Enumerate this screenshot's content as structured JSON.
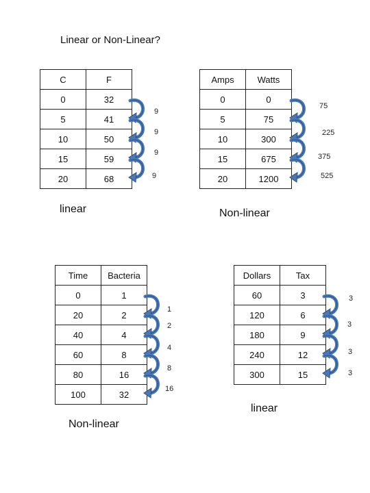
{
  "title": "Linear or Non-Linear?",
  "tables": [
    {
      "id": "cf",
      "headers": [
        "C",
        "F"
      ],
      "rows": [
        [
          "0",
          "32"
        ],
        [
          "5",
          "41"
        ],
        [
          "10",
          "50"
        ],
        [
          "15",
          "59"
        ],
        [
          "20",
          "68"
        ]
      ],
      "differences": [
        "9",
        "9",
        "9",
        "9"
      ],
      "label": "linear"
    },
    {
      "id": "amps",
      "headers": [
        "Amps",
        "Watts"
      ],
      "rows": [
        [
          "0",
          "0"
        ],
        [
          "5",
          "75"
        ],
        [
          "10",
          "300"
        ],
        [
          "15",
          "675"
        ],
        [
          "20",
          "1200"
        ]
      ],
      "differences": [
        "75",
        "225",
        "375",
        "525"
      ],
      "label": "Non-linear"
    },
    {
      "id": "bacteria",
      "headers": [
        "Time",
        "Bacteria"
      ],
      "rows": [
        [
          "0",
          "1"
        ],
        [
          "20",
          "2"
        ],
        [
          "40",
          "4"
        ],
        [
          "60",
          "8"
        ],
        [
          "80",
          "16"
        ],
        [
          "100",
          "32"
        ]
      ],
      "differences": [
        "1",
        "2",
        "4",
        "8",
        "16"
      ],
      "label": "Non-linear"
    },
    {
      "id": "tax",
      "headers": [
        "Dollars",
        "Tax"
      ],
      "rows": [
        [
          "60",
          "3"
        ],
        [
          "120",
          "6"
        ],
        [
          "180",
          "9"
        ],
        [
          "240",
          "12"
        ],
        [
          "300",
          "15"
        ]
      ],
      "differences": [
        "3",
        "3",
        "3",
        "3"
      ],
      "label": "linear"
    }
  ],
  "colors": {
    "arrow_fill": "#4a78b5",
    "arrow_stroke": "#2b4f86",
    "border": "#222222"
  }
}
